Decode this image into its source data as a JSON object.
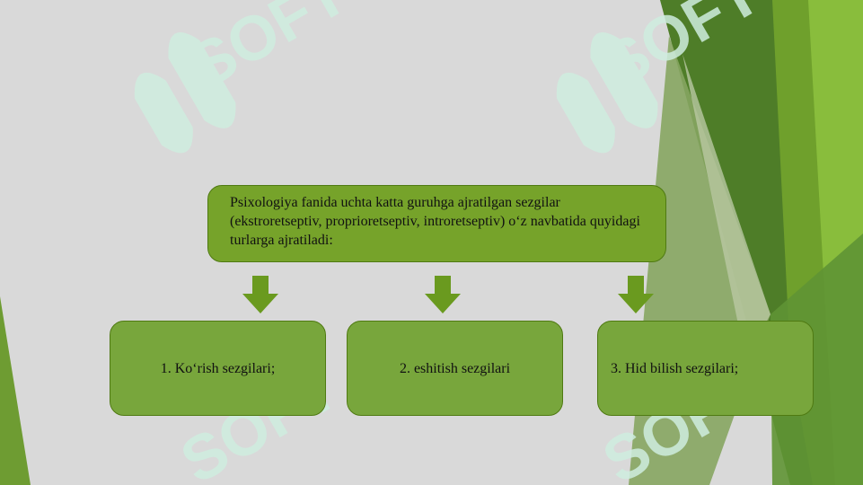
{
  "slide": {
    "intro_text": "Psixologiya fanida uchta katta guruhga ajratilgan sezgilar (ekstroretseptiv, proprioretseptiv, introretseptiv) o‘z navbatida quyidagi turlarga ajratiladi:",
    "items": [
      {
        "label": "1. Ko‘rish sezgilari;"
      },
      {
        "label": "2. eshitish sezgilari"
      },
      {
        "label": "3. Hid bilish sezgilari;"
      }
    ]
  },
  "colors": {
    "background": "#d9d9d9",
    "box_fill": "#76a32a",
    "box_border": "#4f7a12",
    "arrow": "#6a9a1f",
    "dark_green": "#3f6b1a",
    "light_green": "#8bc34a",
    "watermark": "#cfeee0"
  },
  "watermark": {
    "text": "SOFT",
    "icon": "logo-icon"
  }
}
